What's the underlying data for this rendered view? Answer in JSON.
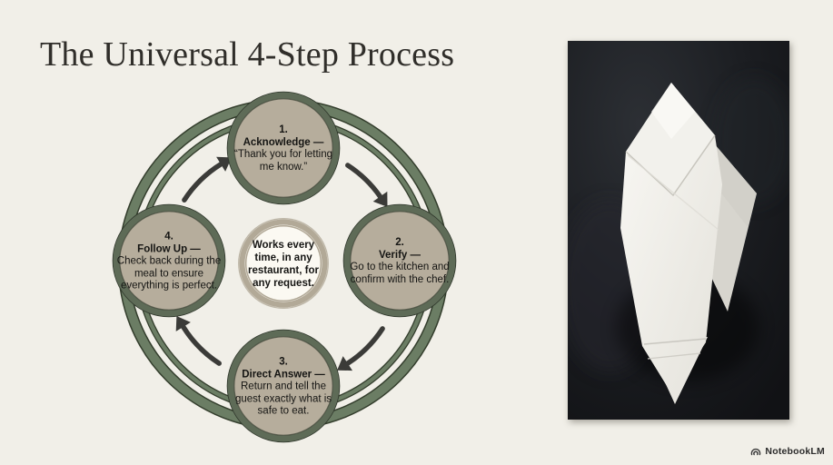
{
  "title": "The Universal 4-Step Process",
  "diagram": {
    "center_text": "Works every time, in any restaurant, for any request.",
    "steps": [
      {
        "number": "1.",
        "name": "Acknowledge —",
        "description": "“Thank you for letting me know.”"
      },
      {
        "number": "2.",
        "name": "Verify —",
        "description": "Go to the kitchen and confirm with the chef."
      },
      {
        "number": "3.",
        "name": "Direct Answer —",
        "description": "Return and tell the guest exactly what is safe to eat."
      },
      {
        "number": "4.",
        "name": "Follow Up —",
        "description": "Check back during the meal to ensure everything is perfect."
      }
    ]
  },
  "photo": {
    "description": "White folded napkin on a dark slate surface"
  },
  "watermark": {
    "label": "NotebookLM"
  },
  "colors": {
    "background": "#f1efe8",
    "title": "#302e2a",
    "ring_green": "#6b7d64",
    "ring_outline": "#333d2c",
    "step_fill": "#b6ad9c",
    "step_border": "#5e6b57",
    "step_outline": "#2e352a",
    "center_fill": "#fbf9f2",
    "center_ring": "#b2a997",
    "arrow": "#3b3b38",
    "text": "#151513",
    "photo_background": "#191b1e",
    "napkin": "#f2f1ec"
  }
}
